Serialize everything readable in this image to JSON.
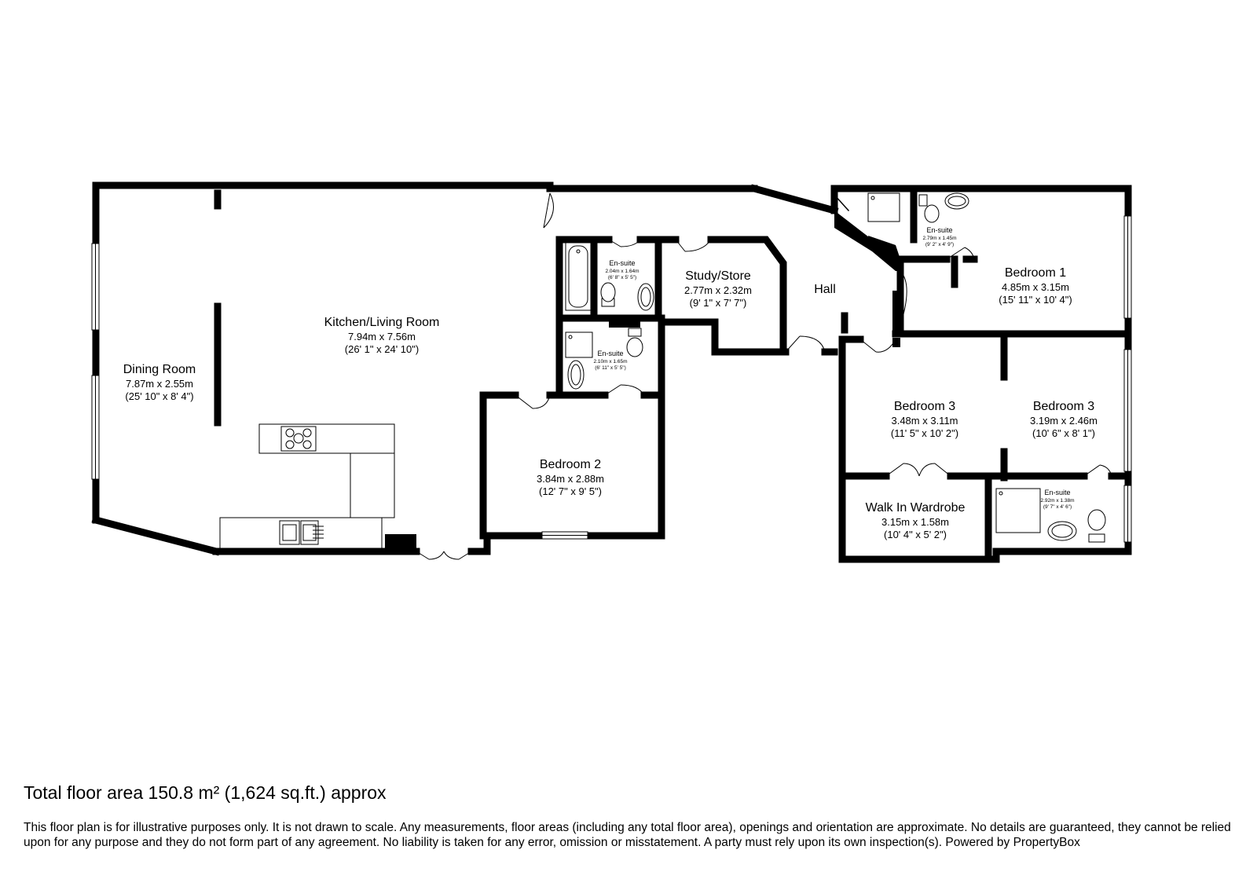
{
  "rooms": {
    "dining": {
      "name": "Dining Room",
      "metric": "7.87m x 2.55m",
      "imperial": "(25' 10\" x 8' 4\")"
    },
    "kitchen": {
      "name": "Kitchen/Living Room",
      "metric": "7.94m x 7.56m",
      "imperial": "(26' 1\" x 24' 10\")"
    },
    "ensuite_a": {
      "name": "En-suite",
      "metric": "2.04m x 1.64m",
      "imperial": "(6' 8\" x 5' 5\")"
    },
    "ensuite_b": {
      "name": "En-suite",
      "metric": "2.10m x 1.65m",
      "imperial": "(6' 11\" x 5' 5\")"
    },
    "study": {
      "name": "Study/Store",
      "metric": "2.77m x 2.32m",
      "imperial": "(9' 1\" x 7' 7\")"
    },
    "hall": {
      "name": "Hall"
    },
    "bedroom2": {
      "name": "Bedroom 2",
      "metric": "3.84m x 2.88m",
      "imperial": "(12' 7\" x 9' 5\")"
    },
    "ensuite_c": {
      "name": "En-suite",
      "metric": "2.79m x 1.45m",
      "imperial": "(9' 2\" x 4' 9\")"
    },
    "bedroom1": {
      "name": "Bedroom 1",
      "metric": "4.85m x 3.15m",
      "imperial": "(15' 11\" x 10' 4\")"
    },
    "bedroom3a": {
      "name": "Bedroom 3",
      "metric": "3.48m x 3.11m",
      "imperial": "(11' 5\" x 10' 2\")"
    },
    "bedroom3b": {
      "name": "Bedroom 3",
      "metric": "3.19m x 2.46m",
      "imperial": "(10' 6\" x 8' 1\")"
    },
    "wardrobe": {
      "name": "Walk In Wardrobe",
      "metric": "3.15m x 1.58m",
      "imperial": "(10' 4\" x 5' 2\")"
    },
    "ensuite_d": {
      "name": "En-suite",
      "metric": "2.92m x 1.38m",
      "imperial": "(9' 7\" x 4' 6\")"
    }
  },
  "footer": {
    "total": "Total floor area 150.8 m² (1,624 sq.ft.) approx",
    "disclaimer": "This floor plan is for illustrative purposes only. It is not drawn to scale. Any measurements, floor areas (including any total floor area), openings and orientation are approximate. No details are guaranteed, they cannot be relied upon for any purpose and they do not form part of any agreement. No liability is taken for any error, omission or misstatement. A party must rely upon its own inspection(s). Powered by PropertyBox"
  }
}
